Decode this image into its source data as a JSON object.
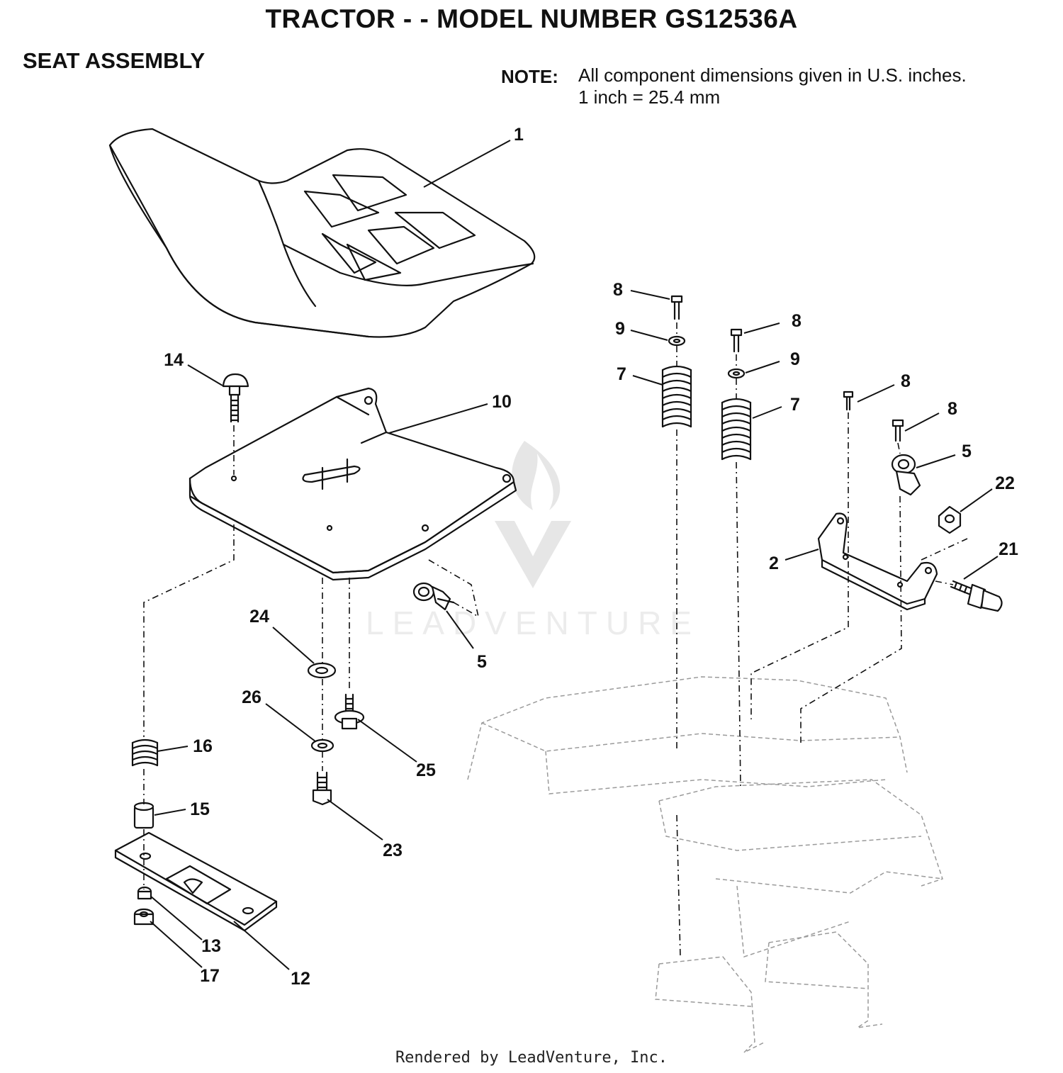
{
  "header": {
    "title": "TRACTOR - - MODEL NUMBER GS12536A",
    "subtitle": "SEAT ASSEMBLY",
    "note_label": "NOTE:",
    "note_line1": "All component dimensions given in U.S. inches.",
    "note_line2": "1 inch = 25.4 mm"
  },
  "watermark": "LEADVENTURE",
  "footer": "Rendered by LeadVenture, Inc.",
  "callouts": {
    "c1": "1",
    "c2": "2",
    "c5a": "5",
    "c5b": "5",
    "c7a": "7",
    "c7b": "7",
    "c8a": "8",
    "c8b": "8",
    "c8c": "8",
    "c8d": "8",
    "c9a": "9",
    "c9b": "9",
    "c10": "10",
    "c12": "12",
    "c13": "13",
    "c14": "14",
    "c15": "15",
    "c16": "16",
    "c17": "17",
    "c21": "21",
    "c22": "22",
    "c23": "23",
    "c24": "24",
    "c25": "25",
    "c26": "26"
  }
}
